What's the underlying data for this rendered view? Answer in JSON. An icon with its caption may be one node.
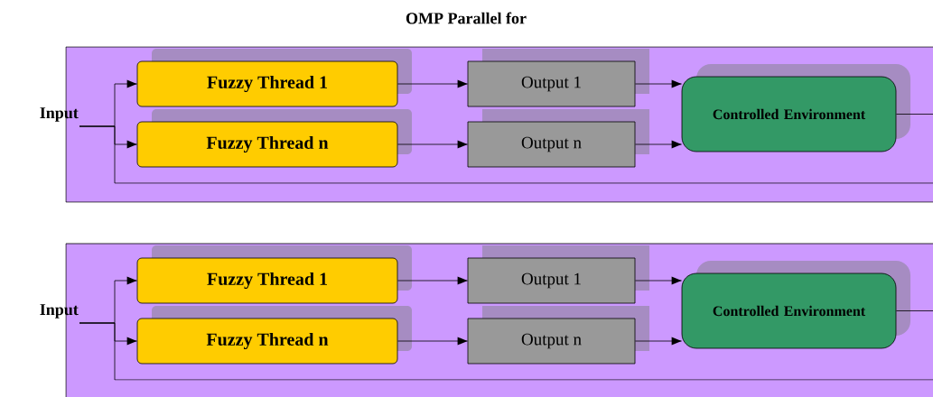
{
  "diagram": {
    "title": "OMP Parallel for",
    "nodes": [
      {
        "text": [],
        "shape": "box"
      },
      {
        "text": [
          "Input"
        ]
      },
      {
        "text": [
          "Fuzzy Thread 1"
        ],
        "in": 0
      },
      {
        "text": [
          "Fuzzy Thread n"
        ],
        "in": 0
      },
      {
        "text": [
          "Output 1"
        ],
        "in": 0
      },
      {
        "text": [
          "Output n"
        ],
        "in": 0
      },
      {
        "text": [
          "Controlled Environment"
        ],
        "in": 0
      },
      {
        "text": [],
        "shape": "box"
      },
      {
        "text": [
          "Input"
        ]
      },
      {
        "text": [
          "Fuzzy Thread 1"
        ],
        "in": 7
      },
      {
        "text": [
          "Fuzzy Thread n"
        ],
        "in": 7
      },
      {
        "text": [
          "Output 1"
        ],
        "in": 7
      },
      {
        "text": [
          "Output n"
        ],
        "in": 7
      },
      {
        "text": [
          "Controlled Environment"
        ],
        "in": 7
      }
    ],
    "edges": [
      {
        "from": 1,
        "to": 2,
        "arrow": "to"
      },
      {
        "from": 1,
        "to": 3,
        "arrow": "to"
      },
      {
        "from": 2,
        "to": 4,
        "arrow": "to"
      },
      {
        "from": 3,
        "to": 5,
        "arrow": "to"
      },
      {
        "from": 4,
        "to": 6,
        "arrow": "to"
      },
      {
        "from": 5,
        "to": 6,
        "arrow": "to"
      },
      {
        "from": 6,
        "to": 1,
        "arrow": "none"
      },
      {
        "from": 8,
        "to": 9,
        "arrow": "to"
      },
      {
        "from": 8,
        "to": 10,
        "arrow": "to"
      },
      {
        "from": 9,
        "to": 11,
        "arrow": "to"
      },
      {
        "from": 10,
        "to": 12,
        "arrow": "to"
      },
      {
        "from": 11,
        "to": 13,
        "arrow": "to"
      },
      {
        "from": 12,
        "to": 13,
        "arrow": "to"
      },
      {
        "from": 13,
        "to": 8,
        "arrow": "none"
      }
    ]
  }
}
